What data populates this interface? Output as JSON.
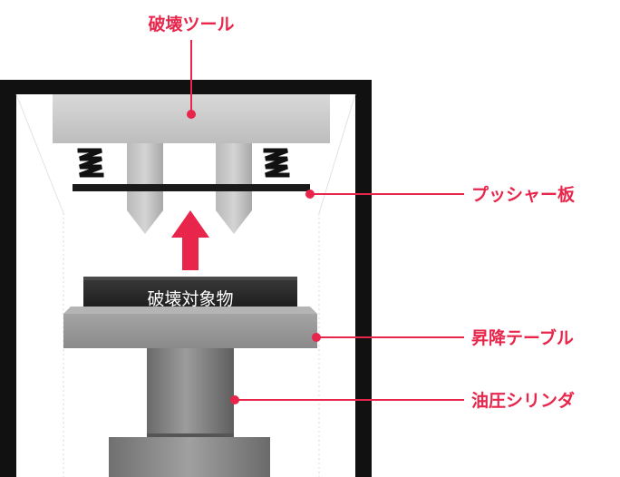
{
  "labels": {
    "tool": "破壊ツール",
    "pusher": "プッシャー板",
    "table": "昇降テーブル",
    "cylinder": "油圧シリンダ",
    "object": "破壊対象物"
  },
  "colors": {
    "accent": "#e8254b",
    "frame": "#111111",
    "steel_light": "#c9c9c9",
    "steel_mid": "#9a9a9a",
    "steel_dark": "#6f6f6f",
    "object_fill": "#1c1c1c"
  },
  "icons": {
    "arrow": "up-arrow-icon",
    "spring": "spring-icon"
  }
}
